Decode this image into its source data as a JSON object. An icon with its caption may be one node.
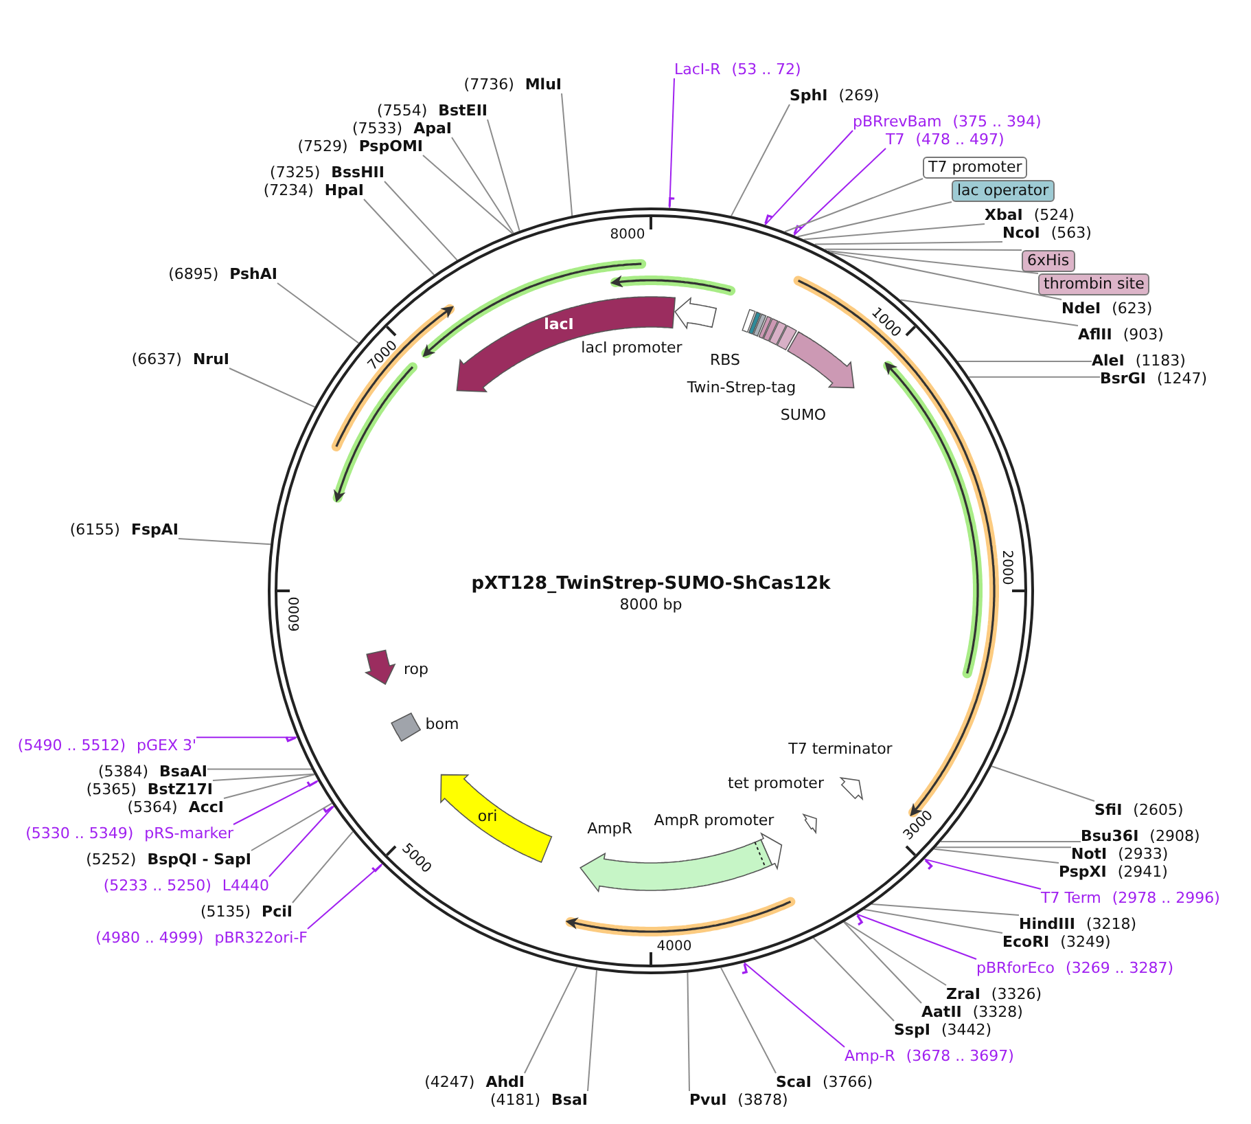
{
  "diagram": {
    "nodes": [
      {
        "text": [
          "pXT128_TwinStrep-SUMO-ShCas12k",
          "8000 bp"
        ]
      },
      {
        "text": [
          "lacI"
        ],
        "in": 0
      },
      {
        "text": [
          "lacI promoter"
        ],
        "in": 0
      },
      {
        "text": [
          "RBS"
        ],
        "in": 0
      },
      {
        "text": [
          "Twin-Strep-tag"
        ],
        "in": 0
      },
      {
        "text": [
          "SUMO"
        ],
        "in": 0
      },
      {
        "text": [
          "T7 terminator"
        ],
        "in": 0
      },
      {
        "text": [
          "tet promoter"
        ],
        "in": 0
      },
      {
        "text": [
          "AmpR promoter"
        ],
        "in": 0
      },
      {
        "text": [
          "AmpR"
        ],
        "in": 0
      },
      {
        "text": [
          "ori"
        ],
        "in": 0
      },
      {
        "text": [
          "bom"
        ],
        "in": 0
      },
      {
        "text": [
          "rop"
        ],
        "in": 0
      },
      {
        "text": [
          "LacI-R",
          "(53 .. 72)"
        ]
      },
      {
        "text": [
          "SphI",
          "(269)"
        ]
      },
      {
        "text": [
          "pBRrevBam",
          "(375 .. 394)"
        ]
      },
      {
        "text": [
          "T7",
          "(478 .. 497)"
        ]
      },
      {
        "text": [
          "T7 promoter"
        ]
      },
      {
        "text": [
          "lac operator"
        ]
      },
      {
        "text": [
          "XbaI",
          "(524)"
        ]
      },
      {
        "text": [
          "NcoI",
          "(563)"
        ]
      },
      {
        "text": [
          "6xHis"
        ]
      },
      {
        "text": [
          "thrombin site"
        ]
      },
      {
        "text": [
          "NdeI",
          "(623)"
        ]
      },
      {
        "text": [
          "AflII",
          "(903)"
        ]
      },
      {
        "text": [
          "AleI",
          "(1183)"
        ]
      },
      {
        "text": [
          "BsrGI",
          "(1247)"
        ]
      },
      {
        "text": [
          "SfiI",
          "(2605)"
        ]
      },
      {
        "text": [
          "Bsu36I",
          "(2908)"
        ]
      },
      {
        "text": [
          "NotI",
          "(2933)"
        ]
      },
      {
        "text": [
          "PspXI",
          "(2941)"
        ]
      },
      {
        "text": [
          "T7 Term",
          "(2978 .. 2996)"
        ]
      },
      {
        "text": [
          "HindIII",
          "(3218)"
        ]
      },
      {
        "text": [
          "EcoRI",
          "(3249)"
        ]
      },
      {
        "text": [
          "pBRforEco",
          "(3269 .. 3287)"
        ]
      },
      {
        "text": [
          "ZraI",
          "(3326)"
        ]
      },
      {
        "text": [
          "AatII",
          "(3328)"
        ]
      },
      {
        "text": [
          "SspI",
          "(3442)"
        ]
      },
      {
        "text": [
          "Amp-R",
          "(3678 .. 3697)"
        ]
      },
      {
        "text": [
          "ScaI",
          "(3766)"
        ]
      },
      {
        "text": [
          "PvuI",
          "(3878)"
        ]
      },
      {
        "text": [
          "(4181)",
          "BsaI"
        ]
      },
      {
        "text": [
          "(4247)",
          "AhdI"
        ]
      },
      {
        "text": [
          "(4980 .. 4999)",
          "pBR322ori-F"
        ]
      },
      {
        "text": [
          "(5135)",
          "PciI"
        ]
      },
      {
        "text": [
          "(5233 .. 5250)",
          "L4440"
        ]
      },
      {
        "text": [
          "(5252)",
          "BspQI - SapI"
        ]
      },
      {
        "text": [
          "(5330 .. 5349)",
          "pRS-marker"
        ]
      },
      {
        "text": [
          "(5364)",
          "AccI"
        ]
      },
      {
        "text": [
          "(5365)",
          "BstZ17I"
        ]
      },
      {
        "text": [
          "(5384)",
          "BsaAI"
        ]
      },
      {
        "text": [
          "(5490 .. 5512)",
          "pGEX 3'"
        ]
      },
      {
        "text": [
          "(6155)",
          "FspAI"
        ]
      },
      {
        "text": [
          "(6637)",
          "NruI"
        ]
      },
      {
        "text": [
          "(6895)",
          "PshAI"
        ]
      },
      {
        "text": [
          "(7234)",
          "HpaI"
        ]
      },
      {
        "text": [
          "(7325)",
          "BssHII"
        ]
      },
      {
        "text": [
          "(7529)",
          "PspOMI"
        ]
      },
      {
        "text": [
          "(7533)",
          "ApaI"
        ]
      },
      {
        "text": [
          "(7554)",
          "BstEII"
        ]
      },
      {
        "text": [
          "(7736)",
          "MluI"
        ]
      }
    ],
    "edges": [
      {
        "from": 13,
        "to": 0,
        "arrow": "none",
        "color": "#a020f0"
      },
      {
        "from": 14,
        "to": 0,
        "arrow": "none"
      },
      {
        "from": 15,
        "to": 0,
        "arrow": "none",
        "color": "#a020f0"
      },
      {
        "from": 16,
        "to": 0,
        "arrow": "none",
        "color": "#a020f0"
      },
      {
        "from": 17,
        "to": 0,
        "arrow": "none"
      },
      {
        "from": 18,
        "to": 0,
        "arrow": "none"
      },
      {
        "from": 19,
        "to": 0,
        "arrow": "none"
      },
      {
        "from": 20,
        "to": 0,
        "arrow": "none"
      },
      {
        "from": 21,
        "to": 0,
        "arrow": "none"
      },
      {
        "from": 22,
        "to": 0,
        "arrow": "none"
      },
      {
        "from": 23,
        "to": 0,
        "arrow": "none"
      },
      {
        "from": 24,
        "to": 0,
        "arrow": "none"
      },
      {
        "from": 25,
        "to": 0,
        "arrow": "none"
      },
      {
        "from": 26,
        "to": 0,
        "arrow": "none"
      },
      {
        "from": 27,
        "to": 0,
        "arrow": "none"
      },
      {
        "from": 28,
        "to": 0,
        "arrow": "none"
      },
      {
        "from": 29,
        "to": 0,
        "arrow": "none"
      },
      {
        "from": 30,
        "to": 0,
        "arrow": "none"
      },
      {
        "from": 31,
        "to": 0,
        "arrow": "none",
        "color": "#a020f0"
      },
      {
        "from": 32,
        "to": 0,
        "arrow": "none"
      },
      {
        "from": 33,
        "to": 0,
        "arrow": "none"
      },
      {
        "from": 34,
        "to": 0,
        "arrow": "none",
        "color": "#a020f0"
      },
      {
        "from": 35,
        "to": 0,
        "arrow": "none"
      },
      {
        "from": 36,
        "to": 0,
        "arrow": "none"
      },
      {
        "from": 37,
        "to": 0,
        "arrow": "none"
      },
      {
        "from": 38,
        "to": 0,
        "arrow": "none",
        "color": "#a020f0"
      },
      {
        "from": 39,
        "to": 0,
        "arrow": "none"
      },
      {
        "from": 40,
        "to": 0,
        "arrow": "none"
      },
      {
        "from": 41,
        "to": 0,
        "arrow": "none"
      },
      {
        "from": 42,
        "to": 0,
        "arrow": "none"
      },
      {
        "from": 43,
        "to": 0,
        "arrow": "none",
        "color": "#a020f0"
      },
      {
        "from": 44,
        "to": 0,
        "arrow": "none"
      },
      {
        "from": 45,
        "to": 0,
        "arrow": "none",
        "color": "#a020f0"
      },
      {
        "from": 46,
        "to": 0,
        "arrow": "none"
      },
      {
        "from": 47,
        "to": 0,
        "arrow": "none",
        "color": "#a020f0"
      },
      {
        "from": 48,
        "to": 0,
        "arrow": "none"
      },
      {
        "from": 49,
        "to": 0,
        "arrow": "none"
      },
      {
        "from": 50,
        "to": 0,
        "arrow": "none"
      },
      {
        "from": 51,
        "to": 0,
        "arrow": "none",
        "color": "#a020f0"
      },
      {
        "from": 52,
        "to": 0,
        "arrow": "none"
      },
      {
        "from": 53,
        "to": 0,
        "arrow": "none"
      },
      {
        "from": 54,
        "to": 0,
        "arrow": "none"
      },
      {
        "from": 55,
        "to": 0,
        "arrow": "none"
      },
      {
        "from": 56,
        "to": 0,
        "arrow": "none"
      },
      {
        "from": 57,
        "to": 0,
        "arrow": "none"
      },
      {
        "from": 58,
        "to": 0,
        "arrow": "none"
      },
      {
        "from": 59,
        "to": 0,
        "arrow": "none"
      },
      {
        "from": 60,
        "to": 0,
        "arrow": "none"
      }
    ],
    "labels": [
      "8000",
      "1000",
      "2000",
      "3000",
      "4000",
      "5000",
      "6000",
      "7000"
    ]
  }
}
